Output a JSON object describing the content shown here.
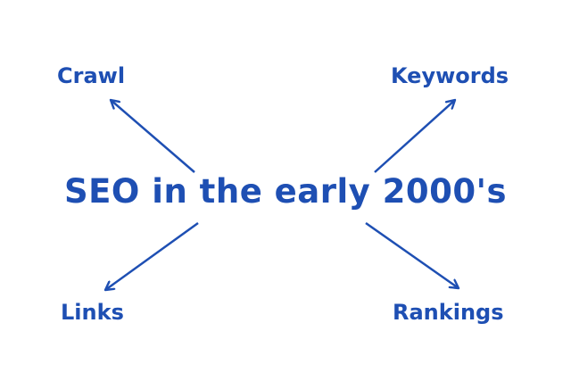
{
  "colors": {
    "primary": "#1e4fb3",
    "background": "#ffffff"
  },
  "diagram": {
    "center": "SEO in the early 2000's",
    "nodes": {
      "crawl": "Crawl",
      "keywords": "Keywords",
      "links": "Links",
      "rankings": "Rankings"
    }
  }
}
